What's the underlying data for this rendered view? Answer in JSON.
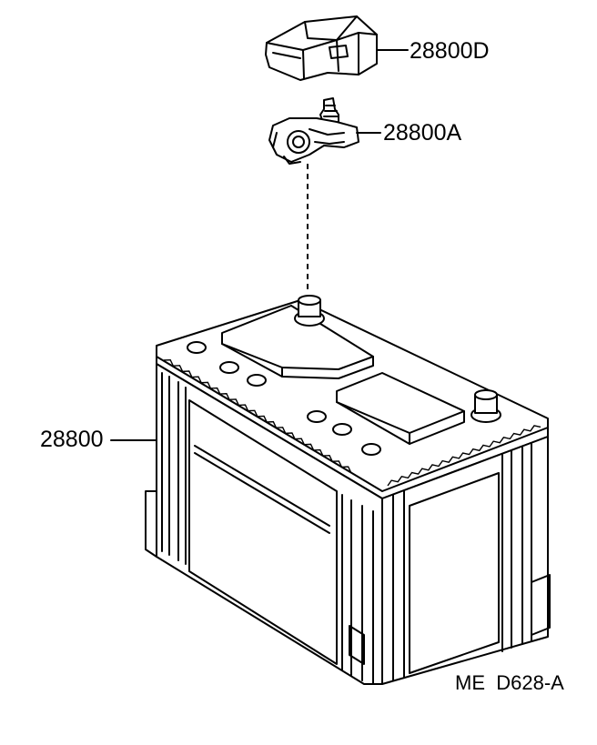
{
  "parts": {
    "cover": {
      "label": "28800D"
    },
    "terminal_clamp": {
      "label": "28800A"
    },
    "battery": {
      "label": "28800"
    }
  },
  "figure_code": "ME  D628-A",
  "icons": [
    "battery-terminal-cover",
    "battery-terminal-clamp",
    "battery"
  ]
}
